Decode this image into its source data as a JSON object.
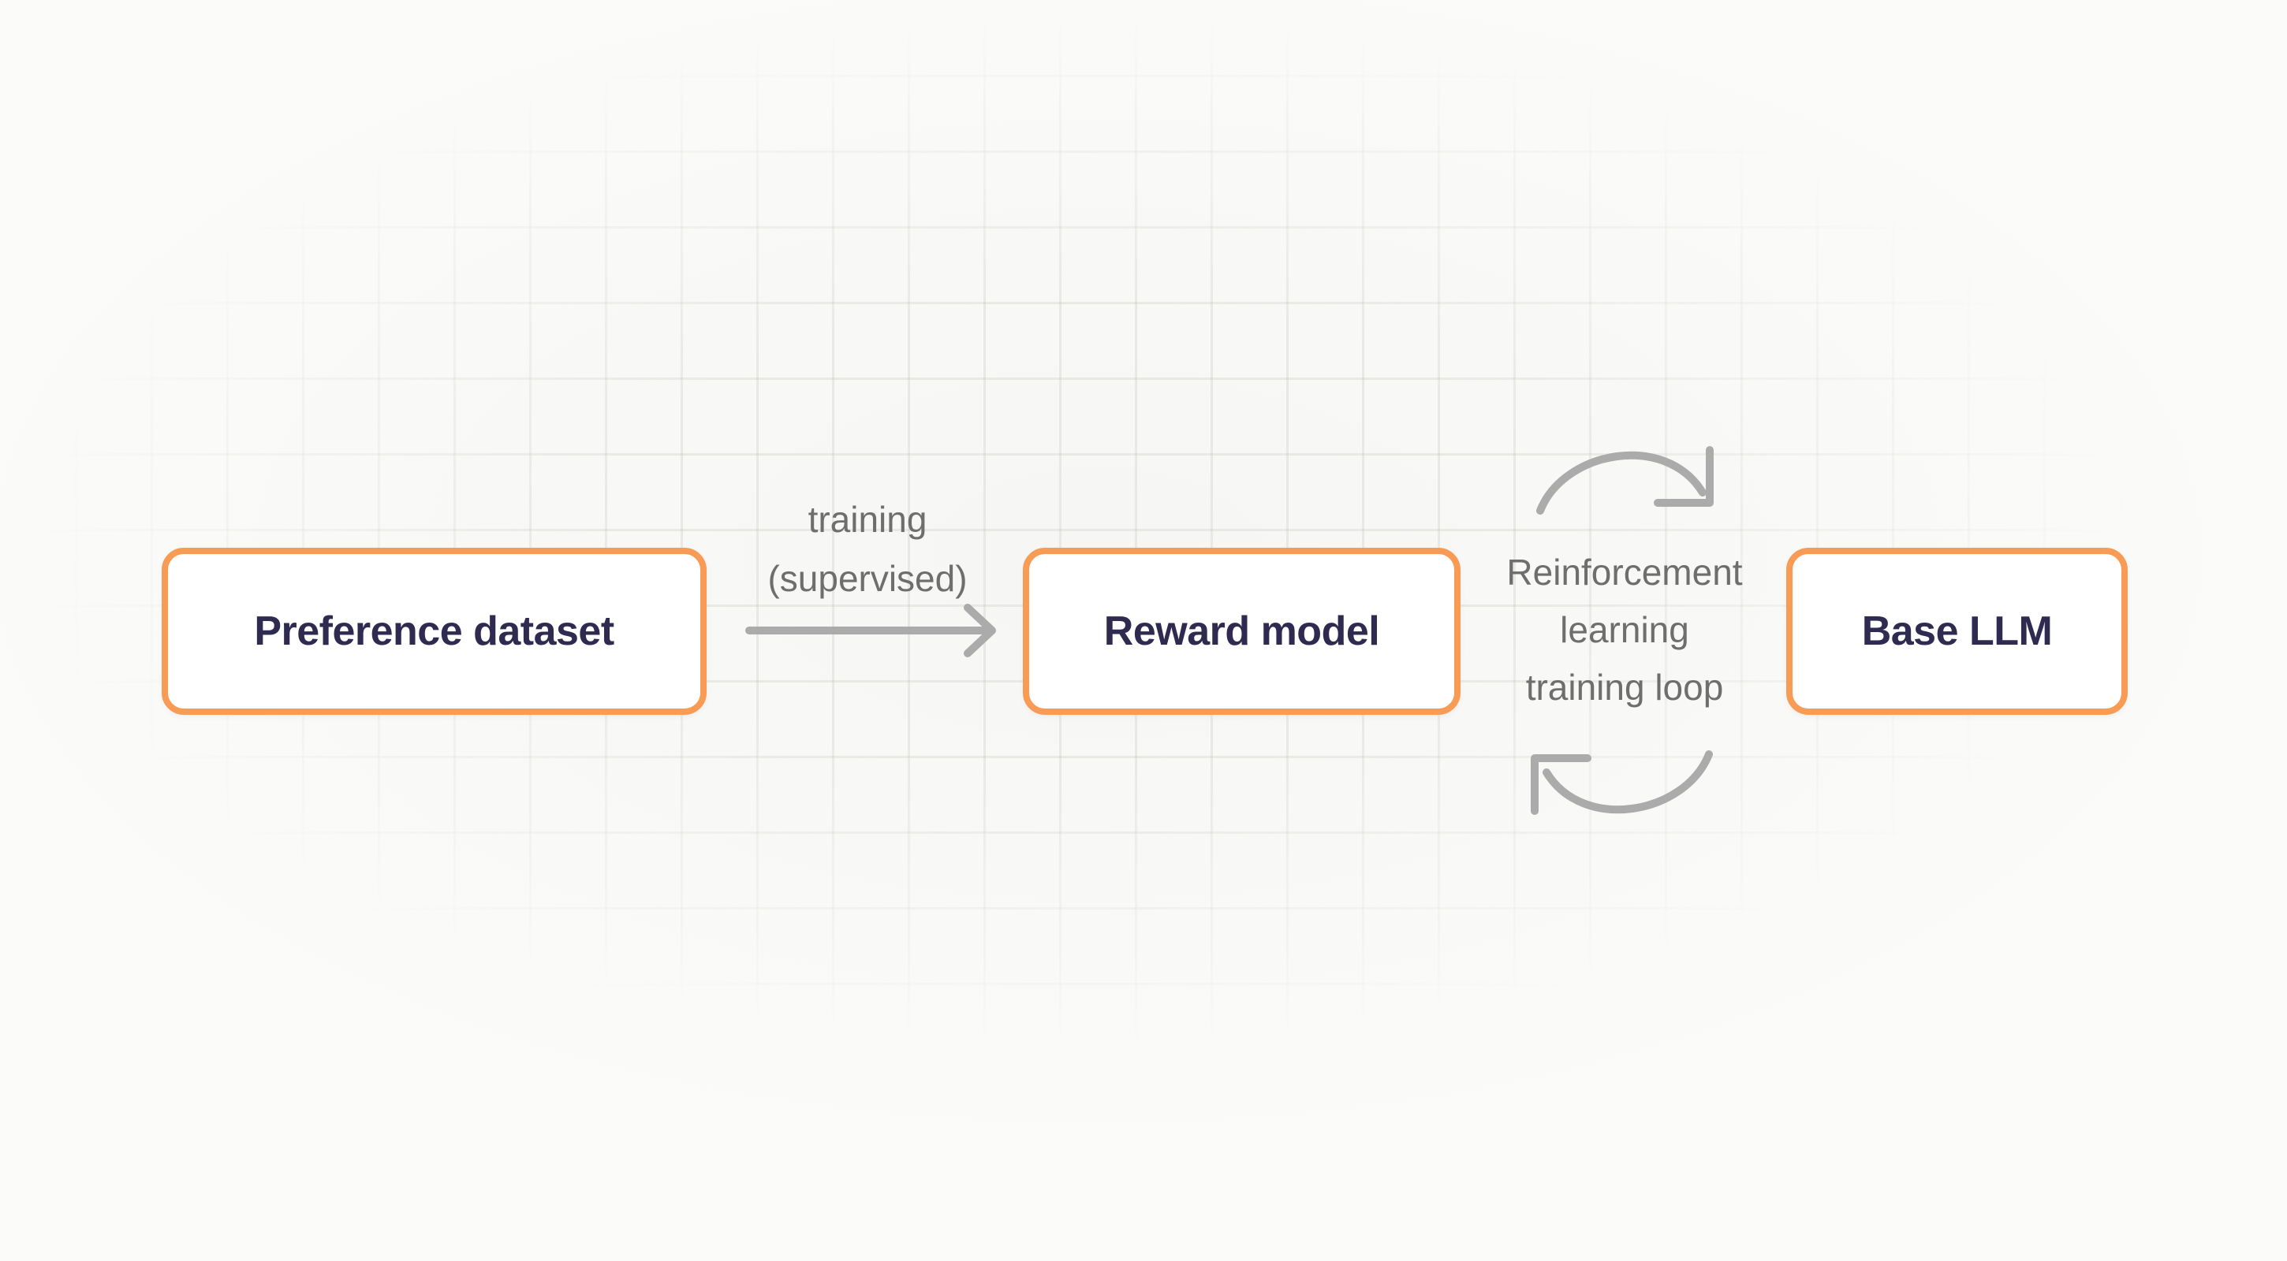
{
  "diagram": {
    "nodes": [
      {
        "id": "preference-dataset",
        "label": "Preference dataset"
      },
      {
        "id": "reward-model",
        "label": "Reward model"
      },
      {
        "id": "base-llm",
        "label": "Base LLM"
      }
    ],
    "edges": [
      {
        "type": "straight-arrow",
        "from": "Preference dataset",
        "to": "Reward model",
        "label_lines": [
          "training",
          "(supervised)"
        ]
      },
      {
        "type": "cycle-arrows",
        "between": [
          "Reward model",
          "Base LLM"
        ],
        "label_lines": [
          "Reinforcement",
          "learning",
          "training loop"
        ]
      }
    ]
  },
  "colors": {
    "node_border": "#f89b55",
    "node_fill": "#ffffff",
    "node_text": "#2f2b50",
    "edge_label_text": "#6e6e6e",
    "arrow_stroke": "#ababab",
    "background": "#f8f8f6",
    "grid_line": "#e9e9e5"
  }
}
